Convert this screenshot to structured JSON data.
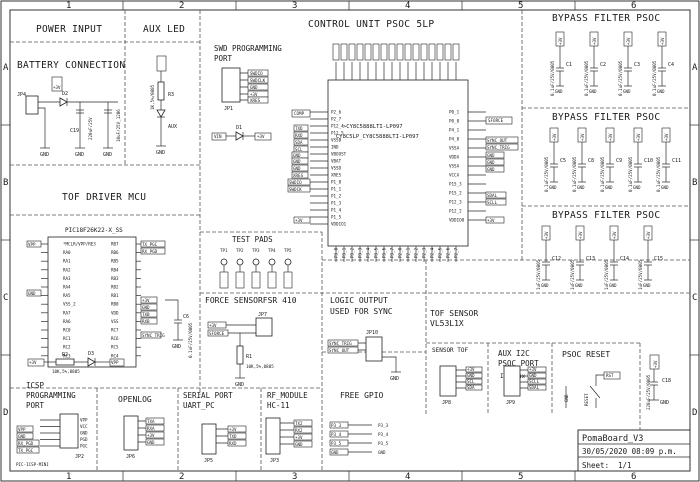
{
  "border": {
    "columns": [
      "1",
      "2",
      "3",
      "4",
      "5",
      "6"
    ],
    "rows": [
      "A",
      "B",
      "C",
      "D"
    ]
  },
  "sections": {
    "power_input": "POWER INPUT",
    "aux_led": "AUX LED",
    "control_unit": "CONTROL UNIT PSOC 5LP",
    "bypass1": "BYPASS FILTER PSOC",
    "bypass2": "BYPASS FILTER PSOC",
    "bypass3": "BYPASS FILTER PSOC",
    "battery": "BATTERY CONNECTION",
    "swd": "SWD PROGRAMMING",
    "swd2": "PORT",
    "tof_driver": "TOF DRIVER MCU",
    "test_pads": "TEST PADS",
    "force": "FORCE SENSORFSR 410",
    "logic": "LOGIC OUTPUT",
    "logic2": "USED FOR SYNC",
    "tof_sensor": "TOF SENSOR",
    "tof_sensor2": "VL53L1X",
    "aux_i2c": "AUX I2C",
    "aux_i2c2": "PSOC PORT",
    "psoc_reset": "PSOC RESET",
    "icsp": "ICSP",
    "icsp2": "PROGRAMMING",
    "icsp3": "PORT",
    "openlog": "OPENLOG",
    "serial": "SERIAL PORT",
    "serial2": "UART_PC",
    "rf": "RF_MODULE",
    "rf2": "HC-11",
    "gpio": "FREE GPIO",
    "sensor_tof": "SENSOR TOF",
    "i2c_aux": "I2C Aux"
  },
  "title_block": {
    "name": "PomaBoard_V3",
    "date": "30/05/2020 08:09 p.m.",
    "sheet_label": "Sheet:",
    "sheet_value": "1/1"
  },
  "chips": {
    "psoc_name": ">CY8C5888LTI-LP097",
    "psoc_value": "CY8C5LP_CY8C5888LTI-LP097",
    "pic_name": "PIC18F26K22-X_SS",
    "pic_pins_left": [
      "*MCLR/VPP/RE3",
      "RA0",
      "RA1",
      "RA2",
      "RA3",
      "RA4",
      "RA5",
      "VSS_2",
      "RA7",
      "RA6",
      "RC0",
      "RC1",
      "RC2",
      "RC3"
    ],
    "pic_pins_right": [
      "RB7",
      "RB6",
      "RB5",
      "RB4",
      "RB3",
      "RB2",
      "RB1",
      "RB0",
      "VDD",
      "VSS",
      "RC7",
      "RC6",
      "RC5",
      "RC4"
    ],
    "psoc_left": [
      "P2_6",
      "P2_7",
      "P12_4",
      "P12_5",
      "VSSB",
      "IND",
      "VBOOST",
      "VBAT",
      "VSSD",
      "XRES",
      "P1_0",
      "P1_1",
      "P1_2",
      "P1_3",
      "P1_4",
      "P1_5",
      "VDDIO1"
    ],
    "psoc_right": [
      "P0_1",
      "P0_0",
      "P4_1",
      "P4_0",
      "VSSA",
      "VDDA",
      "VSSA",
      "VCCA",
      "P15_3",
      "P15_2",
      "P12_3",
      "P12_2",
      "VDDIO0"
    ]
  },
  "refs": {
    "jp4": "JP4",
    "d2": "D2",
    "c19": "C19",
    "c20": "220uF/25V",
    "c20b": "10uF/25V_1206",
    "r3": "R3",
    "led": "AUX",
    "jp1": "JP1",
    "d1": "D1",
    "jp2": "JP2",
    "r1": "R1",
    "r1v": "10K,5%,0805",
    "r2": "R2",
    "r2v": "10K,5%,0805",
    "d3": "D3",
    "c6": "C6",
    "c6v": "0.1uF/25V/0805",
    "jp7": "JP7",
    "jp10": "JP10",
    "jp8": "JP8",
    "jp9": "JP9",
    "jp6": "JP6",
    "jp5": "JP5",
    "jp3": "JP3",
    "c18": "C18",
    "c18v": "220uF/25V/0805",
    "reset": "RESET",
    "icsp_part": "PIC-ICSP-MINI",
    "r3v": "1K,5%/0805"
  },
  "caps_row1": [
    "C1",
    "C2",
    "C3",
    "C4"
  ],
  "caps_row2": [
    "C5",
    "C8",
    "C9",
    "C10",
    "C11"
  ],
  "caps_row3": [
    "C12",
    "C13",
    "C14",
    "C15"
  ],
  "cap_value": "0.1uF/25V/0805",
  "cap_value_big": "1uF/25V/0805",
  "nets": {
    "gnd": "GND",
    "v3": "+3V",
    "vdd": "VDD",
    "vpp": "VPP",
    "comp": "COMP",
    "txd": "TXD",
    "rxd": "RXD",
    "sda": "SDA",
    "scl": "SCL",
    "sforce": "SFORCE",
    "sync_out": "SYNC_OUT",
    "sync_trig": "SYNC_TRIG",
    "sdal": "SDAL",
    "scll": "SCLL",
    "rst": "RST",
    "vin": "VIN",
    "swdio": "SWDIO",
    "swdclk": "SWDCLK",
    "swdck": "SWDCK",
    "xres": "XRES",
    "tx_pgc": "TX_PGC",
    "rx_pgd": "RX_PGD",
    "pgc": "PGC",
    "pgd": "PGD",
    "txa": "TXA",
    "rxa": "RXA",
    "txb": "TXB",
    "rxb": "RXB",
    "tx2": "TX2",
    "rx2": "RX2",
    "gp1": "P3_3",
    "gp2": "P3_4",
    "gp3": "P3_5",
    "vcc": "VCC",
    "sforce2": "SFORCE"
  },
  "test_pads": [
    "TP1",
    "TP2",
    "TP3",
    "TP4",
    "TP5"
  ],
  "icsp_pins": [
    "VPP",
    "VCC",
    "GND",
    "PGD",
    "PGC"
  ]
}
